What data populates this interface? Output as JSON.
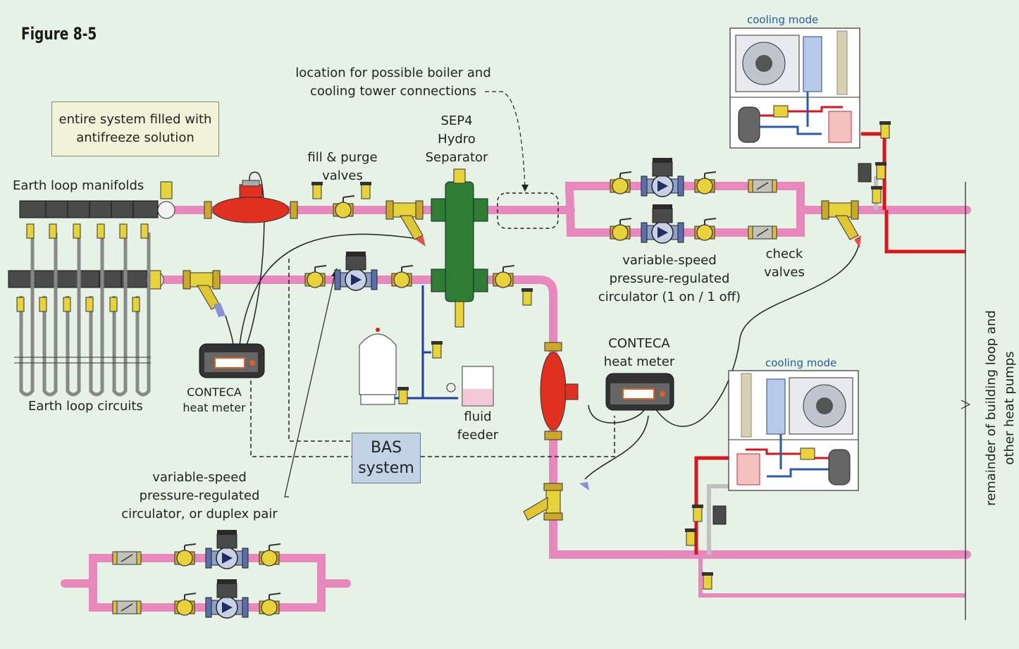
{
  "figure_title": "Figure 8-5",
  "note_box": {
    "line1": "entire system filled with",
    "line2": "antifreeze solution"
  },
  "labels": {
    "earth_loop_manifolds": "Earth loop manifolds",
    "earth_loop_circuits": "Earth loop circuits",
    "heat_meter_left_1": "CONTECA",
    "heat_meter_left_2": "heat meter",
    "fill_purge_1": "fill & purge",
    "fill_purge_2": "valves",
    "boiler_1": "location for possible boiler and",
    "boiler_2": "cooling tower connections",
    "sep4_1": "SEP4",
    "sep4_2": "Hydro",
    "sep4_3": "Separator",
    "circ_1": "variable-speed",
    "circ_2": "pressure-regulated",
    "circ_3": "circulator (1 on / 1 off)",
    "check_1": "check",
    "check_2": "valves",
    "meter_center_1": "CONTECA",
    "meter_center_2": "heat meter",
    "fluid_1": "fluid",
    "fluid_2": "feeder",
    "bas_1": "BAS",
    "bas_2": "system",
    "duplex_1": "variable-speed",
    "duplex_2": "pressure-regulated",
    "duplex_3": "circulator, or duplex pair",
    "cooling_mode_top": "cooling mode",
    "cooling_mode_bottom": "cooling mode",
    "remainder_1": "remainder of building loop and",
    "remainder_2": "other heat pumps"
  },
  "colors": {
    "background": "#e6f2e6",
    "pipe": "#e889bd",
    "valve_brass": "#e8d23a",
    "separator": "#2e7d32",
    "meter_red": "#e23020",
    "building_supply_red": "#d8141c",
    "pump_blue": "#5b6fa8",
    "manifold": "#4a4a4a"
  }
}
